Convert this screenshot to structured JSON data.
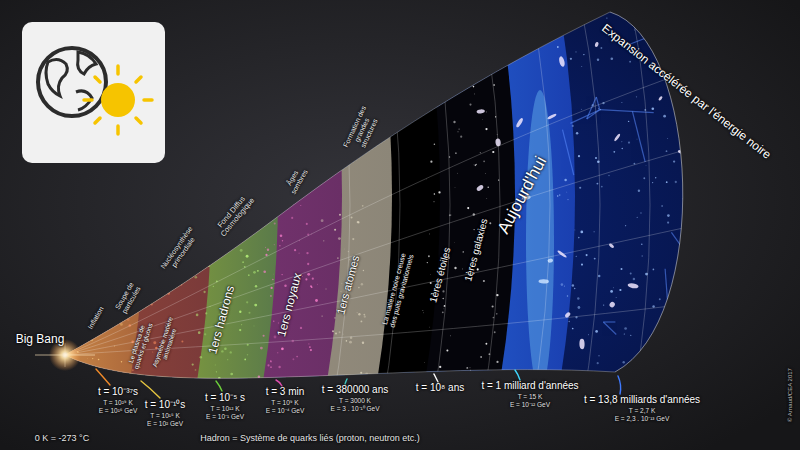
{
  "diagram": {
    "labels": [
      "Expansion accélérée par l'énergie noire",
      "Big Bang",
      "Inflation",
      "Soupe de particules",
      "Nucléosynthèse primordiale",
      "Fond Diffus Cosmologique",
      "Âges sombres",
      "Formation des grandes structures",
      "Le plasma de quarks et gluons",
      "Asymétrie matière antimatière",
      "1ers hadrons",
      "1ers noyaux",
      "1ers atomes",
      "La matière noire creuse des puits gravitationnels",
      "1ères étoiles",
      "1ères galaxies",
      "Aujourd'hui",
      "t = 10⁻³⁷s",
      "T = 10²⁹ K",
      "E = 10¹⁶ GeV",
      "t = 10⁻¹⁰s",
      "T = 10¹⁵ K",
      "E = 10² GeV",
      "t = 10⁻⁵ s",
      "T = 10¹² K",
      "E = 10⁻¹ GeV",
      "t = 3 min",
      "T = 10⁹ K",
      "E = 10⁻⁴ GeV",
      "t = 380000 ans",
      "T = 3000 K",
      "E = 3 . 10⁻¹⁰ GeV",
      "t = 10⁸ ans",
      "t = 1 milliard d'années",
      "T = 15 K",
      "E = 10⁻¹² GeV",
      "t = 13,8 milliards d'années",
      "T = 2,7 K",
      "E = 2,3 . 10⁻¹³ GeV",
      "0 K = -273 °C",
      "Hadron = Système de quarks liés (proton, neutron etc.)",
      "© Arnaud/CEA 2017"
    ]
  }
}
